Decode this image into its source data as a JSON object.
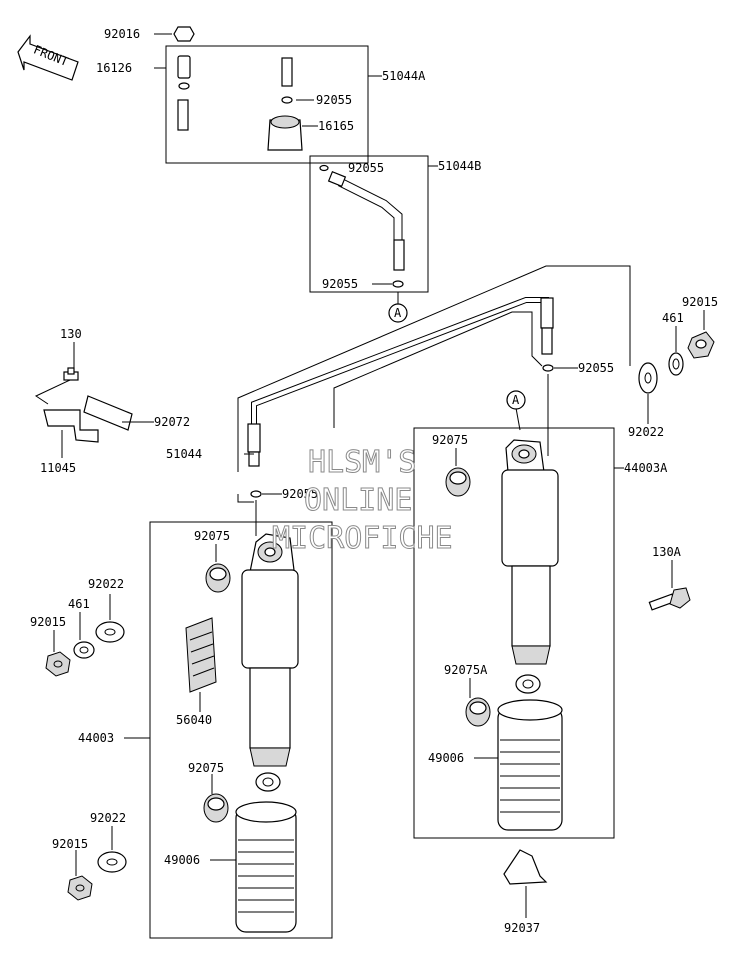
{
  "front_label": "FRONT",
  "callout_A": "A",
  "watermark": [
    "HLSM'S",
    "ONLINE",
    "MICROFICHE"
  ],
  "parts": {
    "p92016": "92016",
    "p16126": "16126",
    "p51044A": "51044A",
    "p92055_a": "92055",
    "p16165": "16165",
    "p51044B": "51044B",
    "p92055_b": "92055",
    "p92055_c": "92055",
    "p92015_tr": "92015",
    "p461_tr": "461",
    "p130": "130",
    "p92055_d": "92055",
    "p92072": "92072",
    "p92022_tr": "92022",
    "p11045": "11045",
    "p51044": "51044",
    "p92075_r": "92075",
    "p44003A": "44003A",
    "p92055_e": "92055",
    "p92075_l": "92075",
    "p130A": "130A",
    "p92022_l": "92022",
    "p461_l": "461",
    "p92015_l": "92015",
    "p92075A": "92075A",
    "p56040": "56040",
    "p49006_r": "49006",
    "p44003": "44003",
    "p92075_l2": "92075",
    "p92022_l2": "92022",
    "p92015_l2": "92015",
    "p49006_l": "49006",
    "p92037": "92037"
  }
}
